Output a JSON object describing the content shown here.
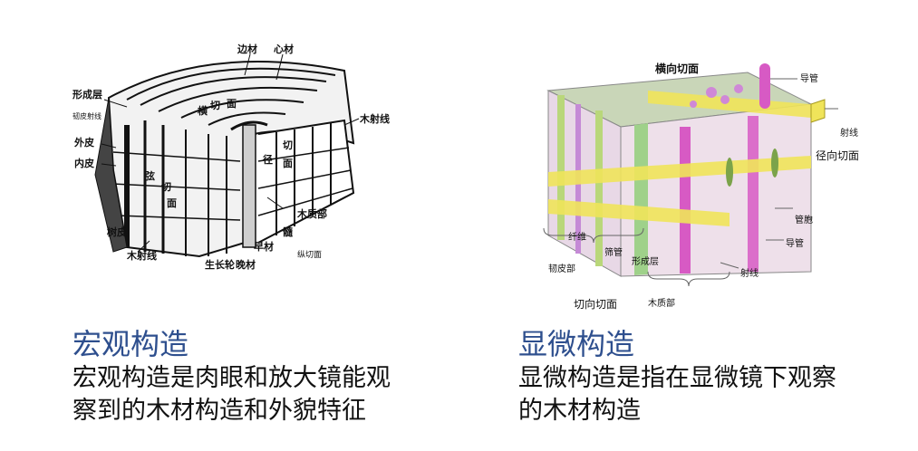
{
  "left": {
    "figure_labels": {
      "sapwood": "边材",
      "heartwood": "心材",
      "cambium": "形成层",
      "phloem_ray": "韧皮射线",
      "outer_bark": "外皮",
      "inner_bark": "内皮",
      "bark": "树皮",
      "xylem_ray_top": "木射线",
      "xylem_ray_bottom": "木射线",
      "cross_1": "横",
      "cross_2": "切",
      "cross_3": "面",
      "radial_1": "径",
      "radial_2": "切",
      "radial_3": "面",
      "tangential_1": "弦",
      "tangential_2": "切",
      "tangential_3": "面",
      "xylem": "木质部",
      "pith": "髓",
      "earlywood": "早材",
      "latewood": "晚材",
      "growth_ring": "生长轮",
      "cross_section": "纵切面"
    },
    "heading": "宏观构造",
    "desc_line1": "宏观构造是肉眼和放大镜能观",
    "desc_line2": "察到的木材构造和外貌特征"
  },
  "right": {
    "figure_labels": {
      "cross_section": "横向切面",
      "vessel_top": "导管",
      "ray": "射线",
      "radial_section": "径向切面",
      "fiber": "纤维",
      "sieve_tube": "筛管",
      "parenchyma": "管胞",
      "vessel_bottom": "导管",
      "phloem": "韧皮部",
      "cambium": "形成层",
      "ray_bottom": "射线",
      "tangential_section": "切向切面",
      "xylem": "木质部"
    },
    "heading": "显微构造",
    "desc_line1": "显微构造是指在显微镜下观察",
    "desc_line2": "的木材构造"
  }
}
